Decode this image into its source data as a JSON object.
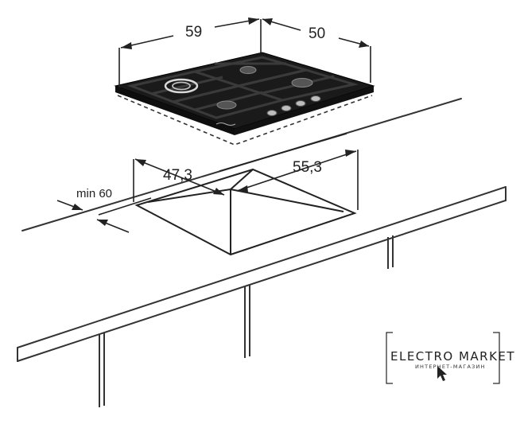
{
  "dimensions": {
    "hob_width": "59",
    "hob_depth": "50",
    "cutout_depth": "47,3",
    "cutout_width": "55,3",
    "min_distance": "min 60"
  },
  "brand": {
    "name": "ELECTRO MARKET",
    "tagline": "ИНТЕРНЕТ-МАГАЗИН"
  },
  "colors": {
    "glass": "#1b1b1b",
    "line": "#333333",
    "accent_burner": "#e0e0e0"
  },
  "icons": {
    "cursor": "arrow-cursor-icon"
  }
}
